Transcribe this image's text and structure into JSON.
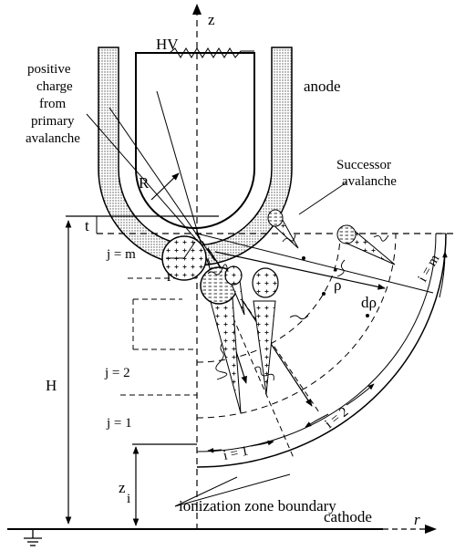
{
  "labels": {
    "z_axis": "z",
    "hv": "HV",
    "anode": "anode",
    "positive_charge": [
      "positive",
      "charge",
      "from",
      "primary",
      "avalanche"
    ],
    "radius_R": "R",
    "successor": [
      "Successor",
      "avalanche"
    ],
    "t": "t",
    "j_m": "j = m",
    "r_small": "r",
    "rho": "ρ",
    "d_rho": "dρ",
    "i_m": "i = m",
    "i_2": "i = 2",
    "i_1": "i = 1",
    "j_2": "j = 2",
    "j_1": "j = 1",
    "H": "H",
    "z_i_main": "z",
    "z_i_sub": "i",
    "ionization_boundary": "ionization zone boundary",
    "cathode": "cathode",
    "r_axis": "r"
  }
}
